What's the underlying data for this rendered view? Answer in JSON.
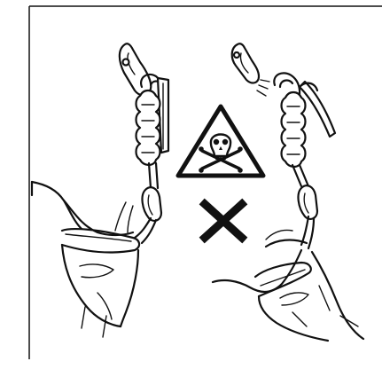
{
  "figure": {
    "elements": [
      {
        "name": "correct-rigging",
        "icon": "lanyard-clipped-to-rope-icon"
      },
      {
        "name": "warning-sign",
        "icon": "skull-crossbones-danger-icon"
      },
      {
        "name": "prohibited-mark",
        "icon": "cross-x-icon"
      },
      {
        "name": "incorrect-rigging",
        "icon": "lanyard-on-loose-loop-icon"
      }
    ],
    "colors": {
      "line": "#111111",
      "background": "#ffffff",
      "cross": "#111111"
    }
  }
}
